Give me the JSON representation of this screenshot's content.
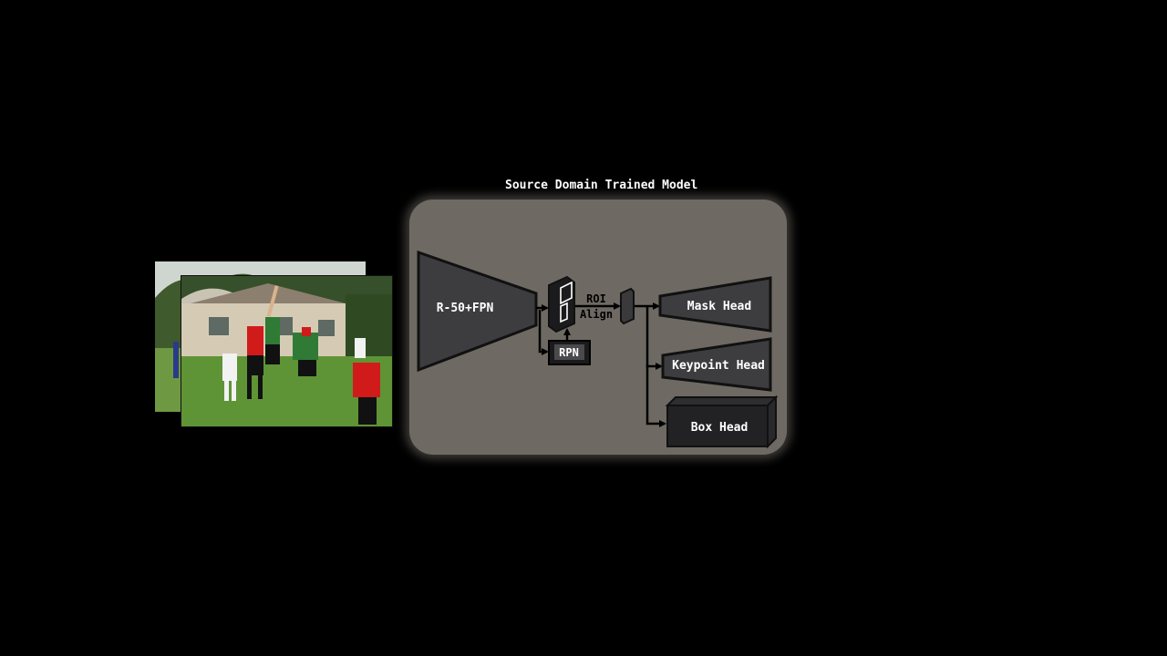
{
  "title": "Source Domain Trained Model",
  "blocks": {
    "backbone": "R-50+FPN",
    "rpn": "RPN",
    "roi_align_line1": "ROI",
    "roi_align_line2": "Align",
    "mask_head": "Mask Head",
    "keypoint_head": "Keypoint Head",
    "box_head": "Box Head"
  },
  "colors": {
    "background": "#000000",
    "panel": "#6e6a63",
    "block_fill": "#3d3c3f",
    "block_stroke": "#111111",
    "text": "#ffffff",
    "grass": "#5b8a3a",
    "jersey_red": "#d11a1a",
    "jersey_green": "#2f7a35"
  }
}
